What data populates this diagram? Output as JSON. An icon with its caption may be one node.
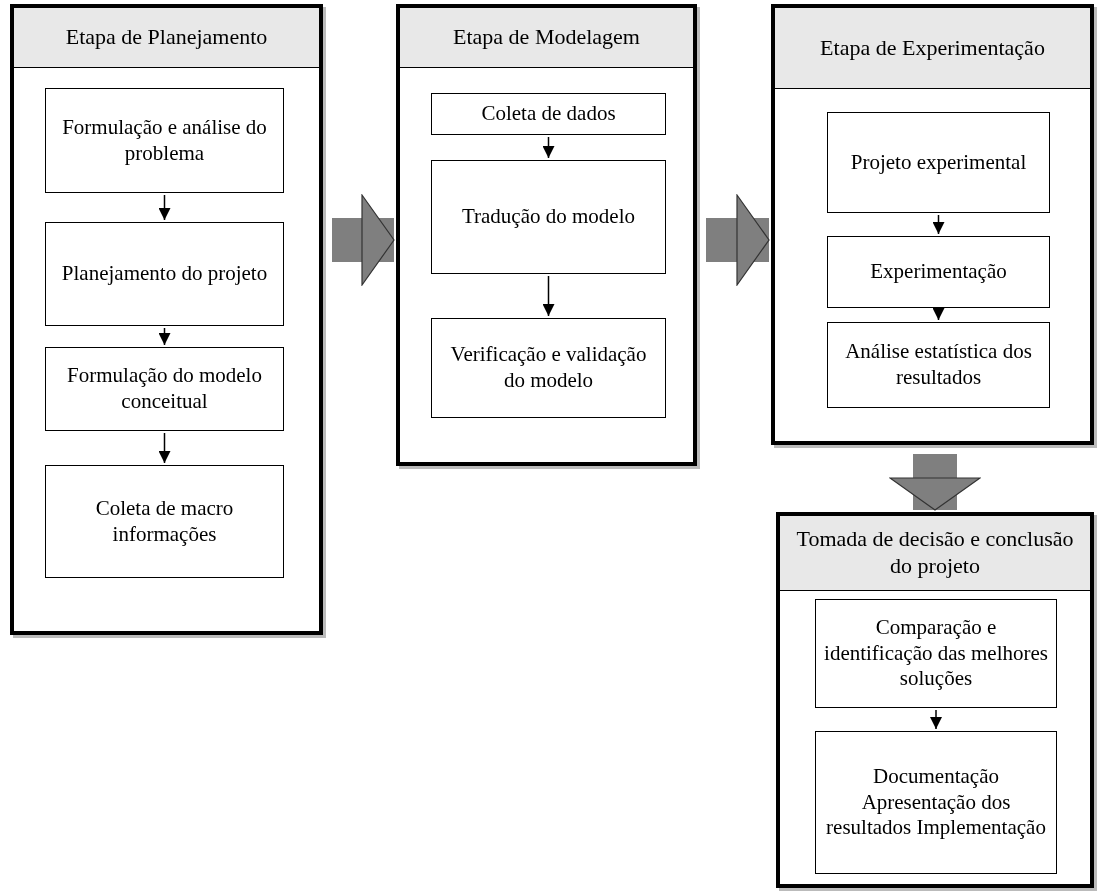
{
  "diagram": {
    "nodes": [
      {
        "text": [
          "Etapa de Planejamento"
        ]
      },
      {
        "text": [
          "Formulação e análise do problema"
        ],
        "in": 0
      },
      {
        "text": [
          "Planejamento do projeto"
        ],
        "in": 0
      },
      {
        "text": [
          "Formulação do modelo conceitual"
        ],
        "in": 0
      },
      {
        "text": [
          "Coleta de macro informações"
        ],
        "in": 0
      },
      {
        "text": [
          "Etapa de Modelagem"
        ]
      },
      {
        "text": [
          "Coleta de dados"
        ],
        "in": 5
      },
      {
        "text": [
          "Tradução do modelo"
        ],
        "in": 5
      },
      {
        "text": [
          "Verificação e validação do modelo"
        ],
        "in": 5
      },
      {
        "text": [
          "Etapa de Experimentação"
        ]
      },
      {
        "text": [
          "Projeto experimental"
        ],
        "in": 9
      },
      {
        "text": [
          "Experimentação"
        ],
        "in": 9
      },
      {
        "text": [
          "Análise estatística dos resultados"
        ],
        "in": 9
      },
      {
        "text": [
          "Tomada de decisão e conclusão do projeto"
        ]
      },
      {
        "text": [
          "Comparação e identificação das melhores soluções"
        ],
        "in": 13
      },
      {
        "text": [
          "Documentação Apresentação dos resultados Implementação"
        ],
        "in": 13
      }
    ],
    "edges": [
      {
        "from": 1,
        "to": 2,
        "arrow": "to"
      },
      {
        "from": 2,
        "to": 3,
        "arrow": "to"
      },
      {
        "from": 3,
        "to": 4,
        "arrow": "to"
      },
      {
        "from": 6,
        "to": 7,
        "arrow": "to"
      },
      {
        "from": 7,
        "to": 8,
        "arrow": "to"
      },
      {
        "from": 10,
        "to": 11,
        "arrow": "to"
      },
      {
        "from": 11,
        "to": 12,
        "arrow": "to"
      },
      {
        "from": 14,
        "to": 15,
        "arrow": "to"
      },
      {
        "from": 0,
        "to": 5,
        "arrow": "to",
        "style": "thick",
        "color": "#7f7f7f"
      },
      {
        "from": 5,
        "to": 9,
        "arrow": "to",
        "style": "thick",
        "color": "#7f7f7f"
      },
      {
        "from": 9,
        "to": 13,
        "arrow": "to",
        "style": "thick",
        "color": "#7f7f7f"
      }
    ]
  }
}
